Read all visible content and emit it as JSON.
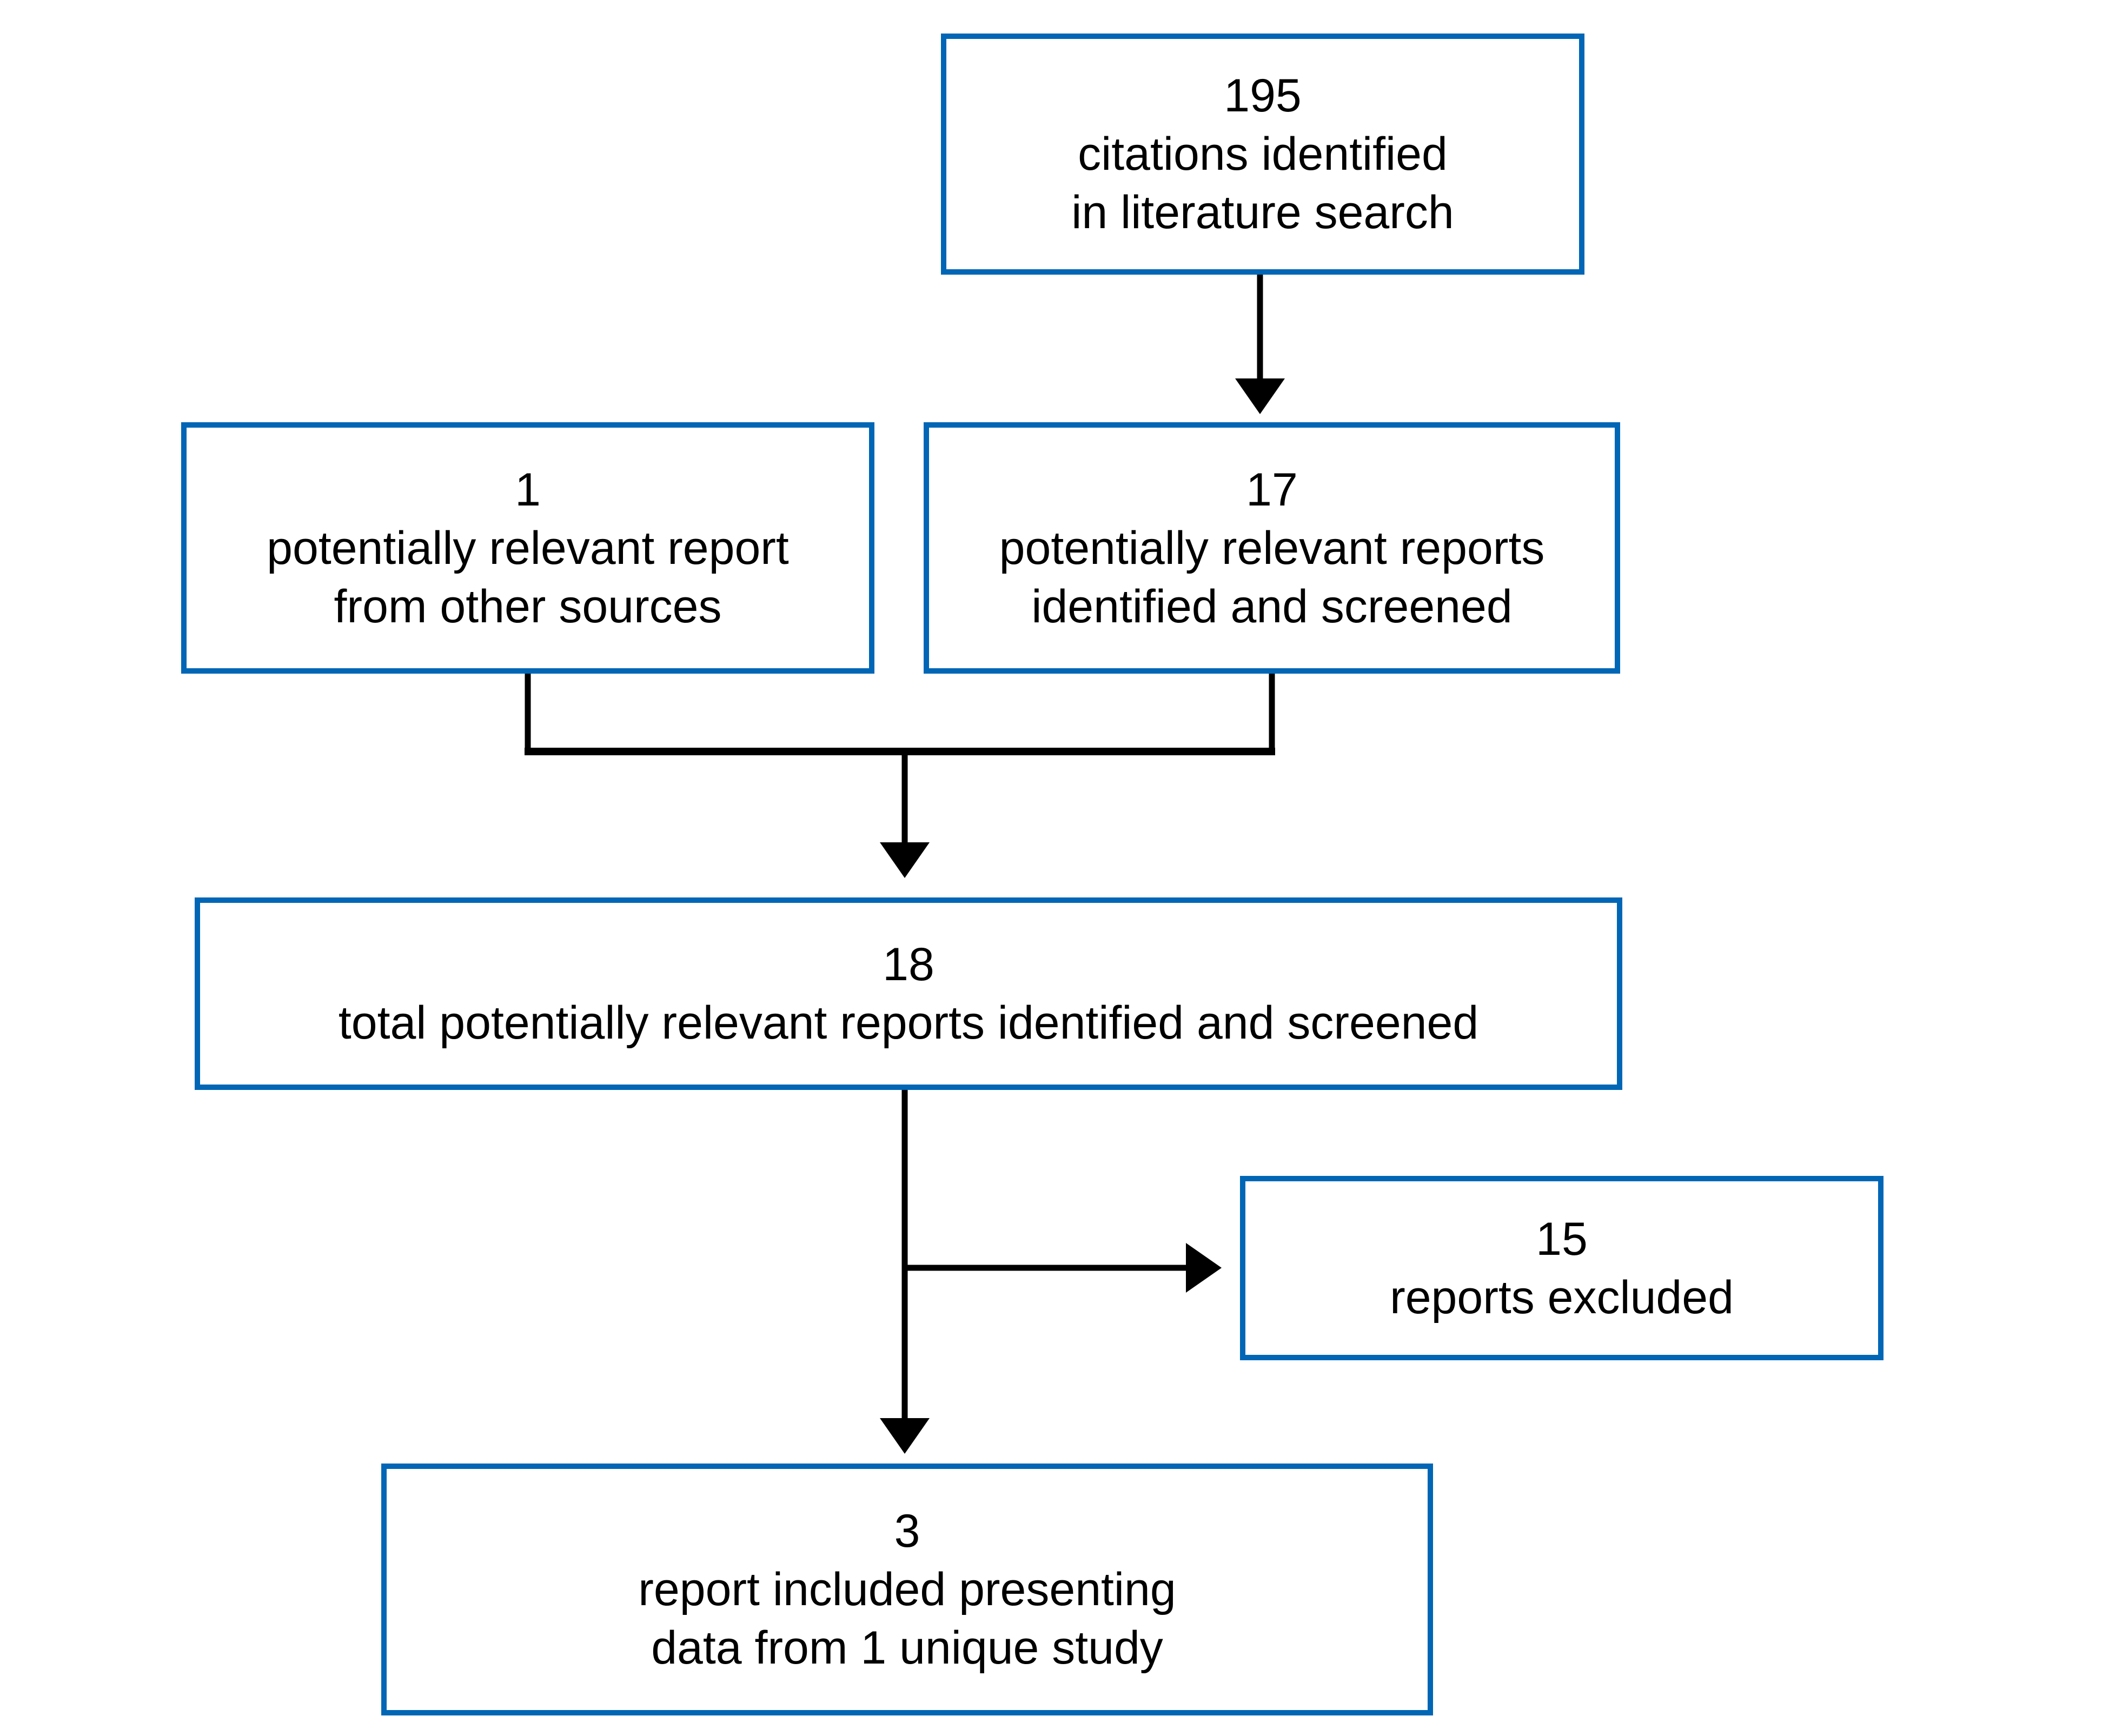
{
  "diagram": {
    "type": "study-selection-flowchart",
    "colors": {
      "box_border": "#0066B5",
      "box_fill": "#FFFFFF",
      "connector": "#000000",
      "text": "#000000",
      "background": "#FFFFFF"
    },
    "boxes": {
      "citations": {
        "count": "195",
        "line1": "citations identified",
        "line2": "in literature search"
      },
      "other_sources": {
        "count": "1",
        "line1": "potentially relevant report",
        "line2": "from other sources"
      },
      "screened": {
        "count": "17",
        "line1": "potentially relevant reports",
        "line2": "identified and screened"
      },
      "total": {
        "count": "18",
        "line1": "total potentially relevant reports identified and screened"
      },
      "excluded": {
        "count": "15",
        "line1": "reports excluded"
      },
      "included": {
        "count": "3",
        "line1": "report included presenting",
        "line2": "data from 1 unique study"
      }
    },
    "edges": [
      {
        "from": "citations",
        "to": "screened"
      },
      {
        "from": "other_sources",
        "to": "total"
      },
      {
        "from": "screened",
        "to": "total"
      },
      {
        "from": "total",
        "to": "excluded"
      },
      {
        "from": "total",
        "to": "included"
      }
    ]
  }
}
